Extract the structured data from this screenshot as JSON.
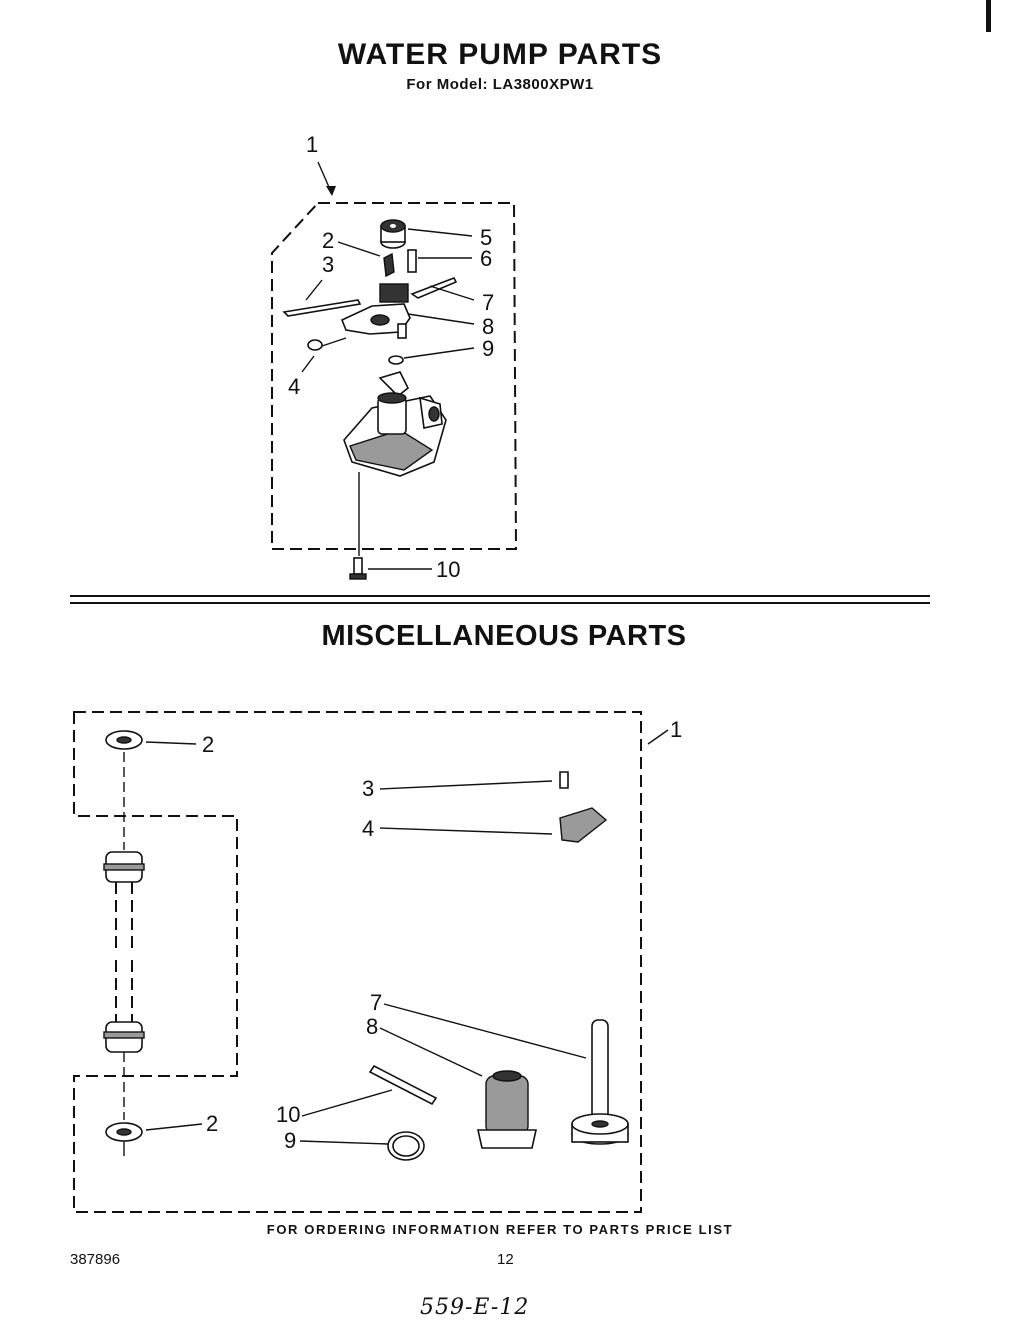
{
  "water_pump": {
    "title": "WATER PUMP PARTS",
    "model_line": "For Model: LA3800XPW1",
    "callouts": [
      "1",
      "2",
      "3",
      "4",
      "5",
      "6",
      "7",
      "8",
      "9",
      "10"
    ]
  },
  "miscellaneous": {
    "title": "MISCELLANEOUS PARTS",
    "callouts": [
      "1",
      "2",
      "2",
      "3",
      "4",
      "7",
      "8",
      "10",
      "9"
    ]
  },
  "footer": {
    "ordering_note": "FOR ORDERING INFORMATION REFER TO PARTS PRICE LIST",
    "doc_number": "387896",
    "page_number": "12",
    "handwritten_code": "559-E-12"
  }
}
